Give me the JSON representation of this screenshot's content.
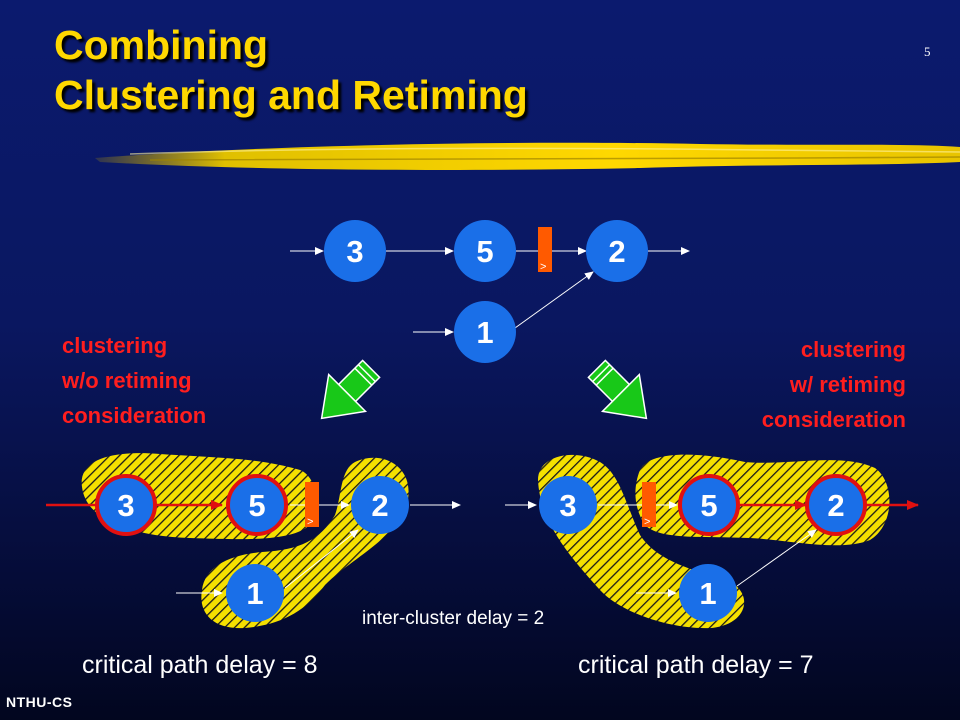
{
  "slide": {
    "title_line1": "Combining",
    "title_line2": "Clustering and Retiming",
    "page_number": "5",
    "footer": "NTHU-CS"
  },
  "colors": {
    "background": "#0a1760",
    "title": "#ffd800",
    "node_fill": "#1a6fe8",
    "node_border_red": "#e01010",
    "register": "#ff5a00",
    "cluster_hatch": "#f5e000",
    "label_red": "#ff1e1e",
    "arrow_green": "#18c818"
  },
  "diagram": {
    "top_nodes": [
      "3",
      "5",
      "2",
      "1"
    ],
    "left_nodes": [
      "3",
      "5",
      "2",
      "1"
    ],
    "right_nodes": [
      "3",
      "5",
      "2",
      "1"
    ],
    "register_symbol": ">"
  },
  "labels": {
    "left": {
      "line1": "clustering",
      "line2": "w/o retiming",
      "line3": "consideration"
    },
    "right": {
      "line1": "clustering",
      "line2": "w/ retiming",
      "line3": "consideration"
    },
    "inter_cluster": "inter-cluster delay = 2",
    "critical_left": "critical path delay = 8",
    "critical_right": "critical path delay = 7"
  }
}
